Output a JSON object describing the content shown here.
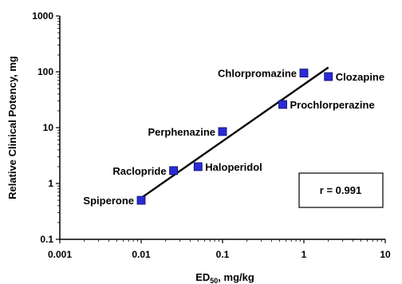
{
  "chart_data": {
    "type": "scatter",
    "title": "",
    "xlabel_main": "ED",
    "xlabel_sub": "50",
    "xlabel_rest": ", mg/kg",
    "ylabel": "Relative Clinical Potency, mg",
    "xscale": "log",
    "yscale": "log",
    "xlim": [
      0.001,
      10
    ],
    "ylim": [
      0.1,
      1000
    ],
    "xticks": [
      0.001,
      0.01,
      0.1,
      1,
      10
    ],
    "xtick_labels": [
      "0.001",
      "0.01",
      "0.1",
      "1",
      "10"
    ],
    "yticks": [
      0.1,
      1,
      10,
      100,
      1000
    ],
    "ytick_labels": [
      "0.1",
      "1",
      "10",
      "100",
      "1000"
    ],
    "grid": false,
    "legend": "none",
    "marker_color": "#2b2bd6",
    "points": [
      {
        "name": "Spiperone",
        "x": 0.01,
        "y": 0.5,
        "label_side": "left"
      },
      {
        "name": "Raclopride",
        "x": 0.025,
        "y": 1.7,
        "label_side": "left"
      },
      {
        "name": "Haloperidol",
        "x": 0.05,
        "y": 2.0,
        "label_side": "right"
      },
      {
        "name": "Perphenazine",
        "x": 0.1,
        "y": 8.5,
        "label_side": "left"
      },
      {
        "name": "Chlorpromazine",
        "x": 1.0,
        "y": 95,
        "label_side": "left"
      },
      {
        "name": "Clozapine",
        "x": 2.0,
        "y": 82,
        "label_side": "right"
      },
      {
        "name": "Prochlorperazine",
        "x": 0.55,
        "y": 26,
        "label_side": "right"
      }
    ],
    "fit_line": {
      "x": [
        0.01,
        2.0
      ],
      "y": [
        0.55,
        120
      ]
    },
    "annotation": "r = 0.991"
  }
}
